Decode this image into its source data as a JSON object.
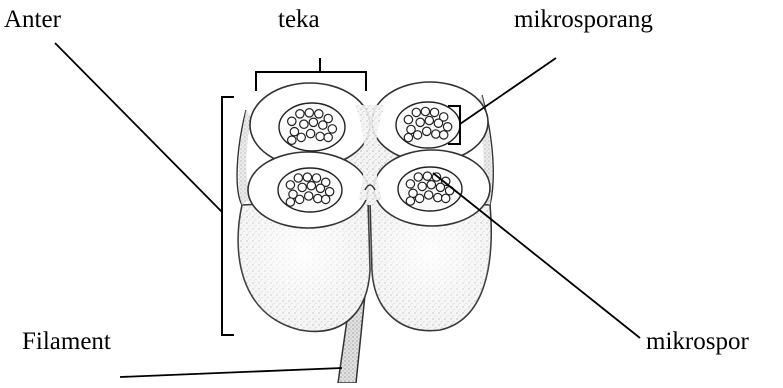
{
  "labels": {
    "anter": "Anter",
    "teka": "teka",
    "mikrosporang": "mikrosporang",
    "filament": "Filament",
    "mikrospor": "mikrospor"
  }
}
